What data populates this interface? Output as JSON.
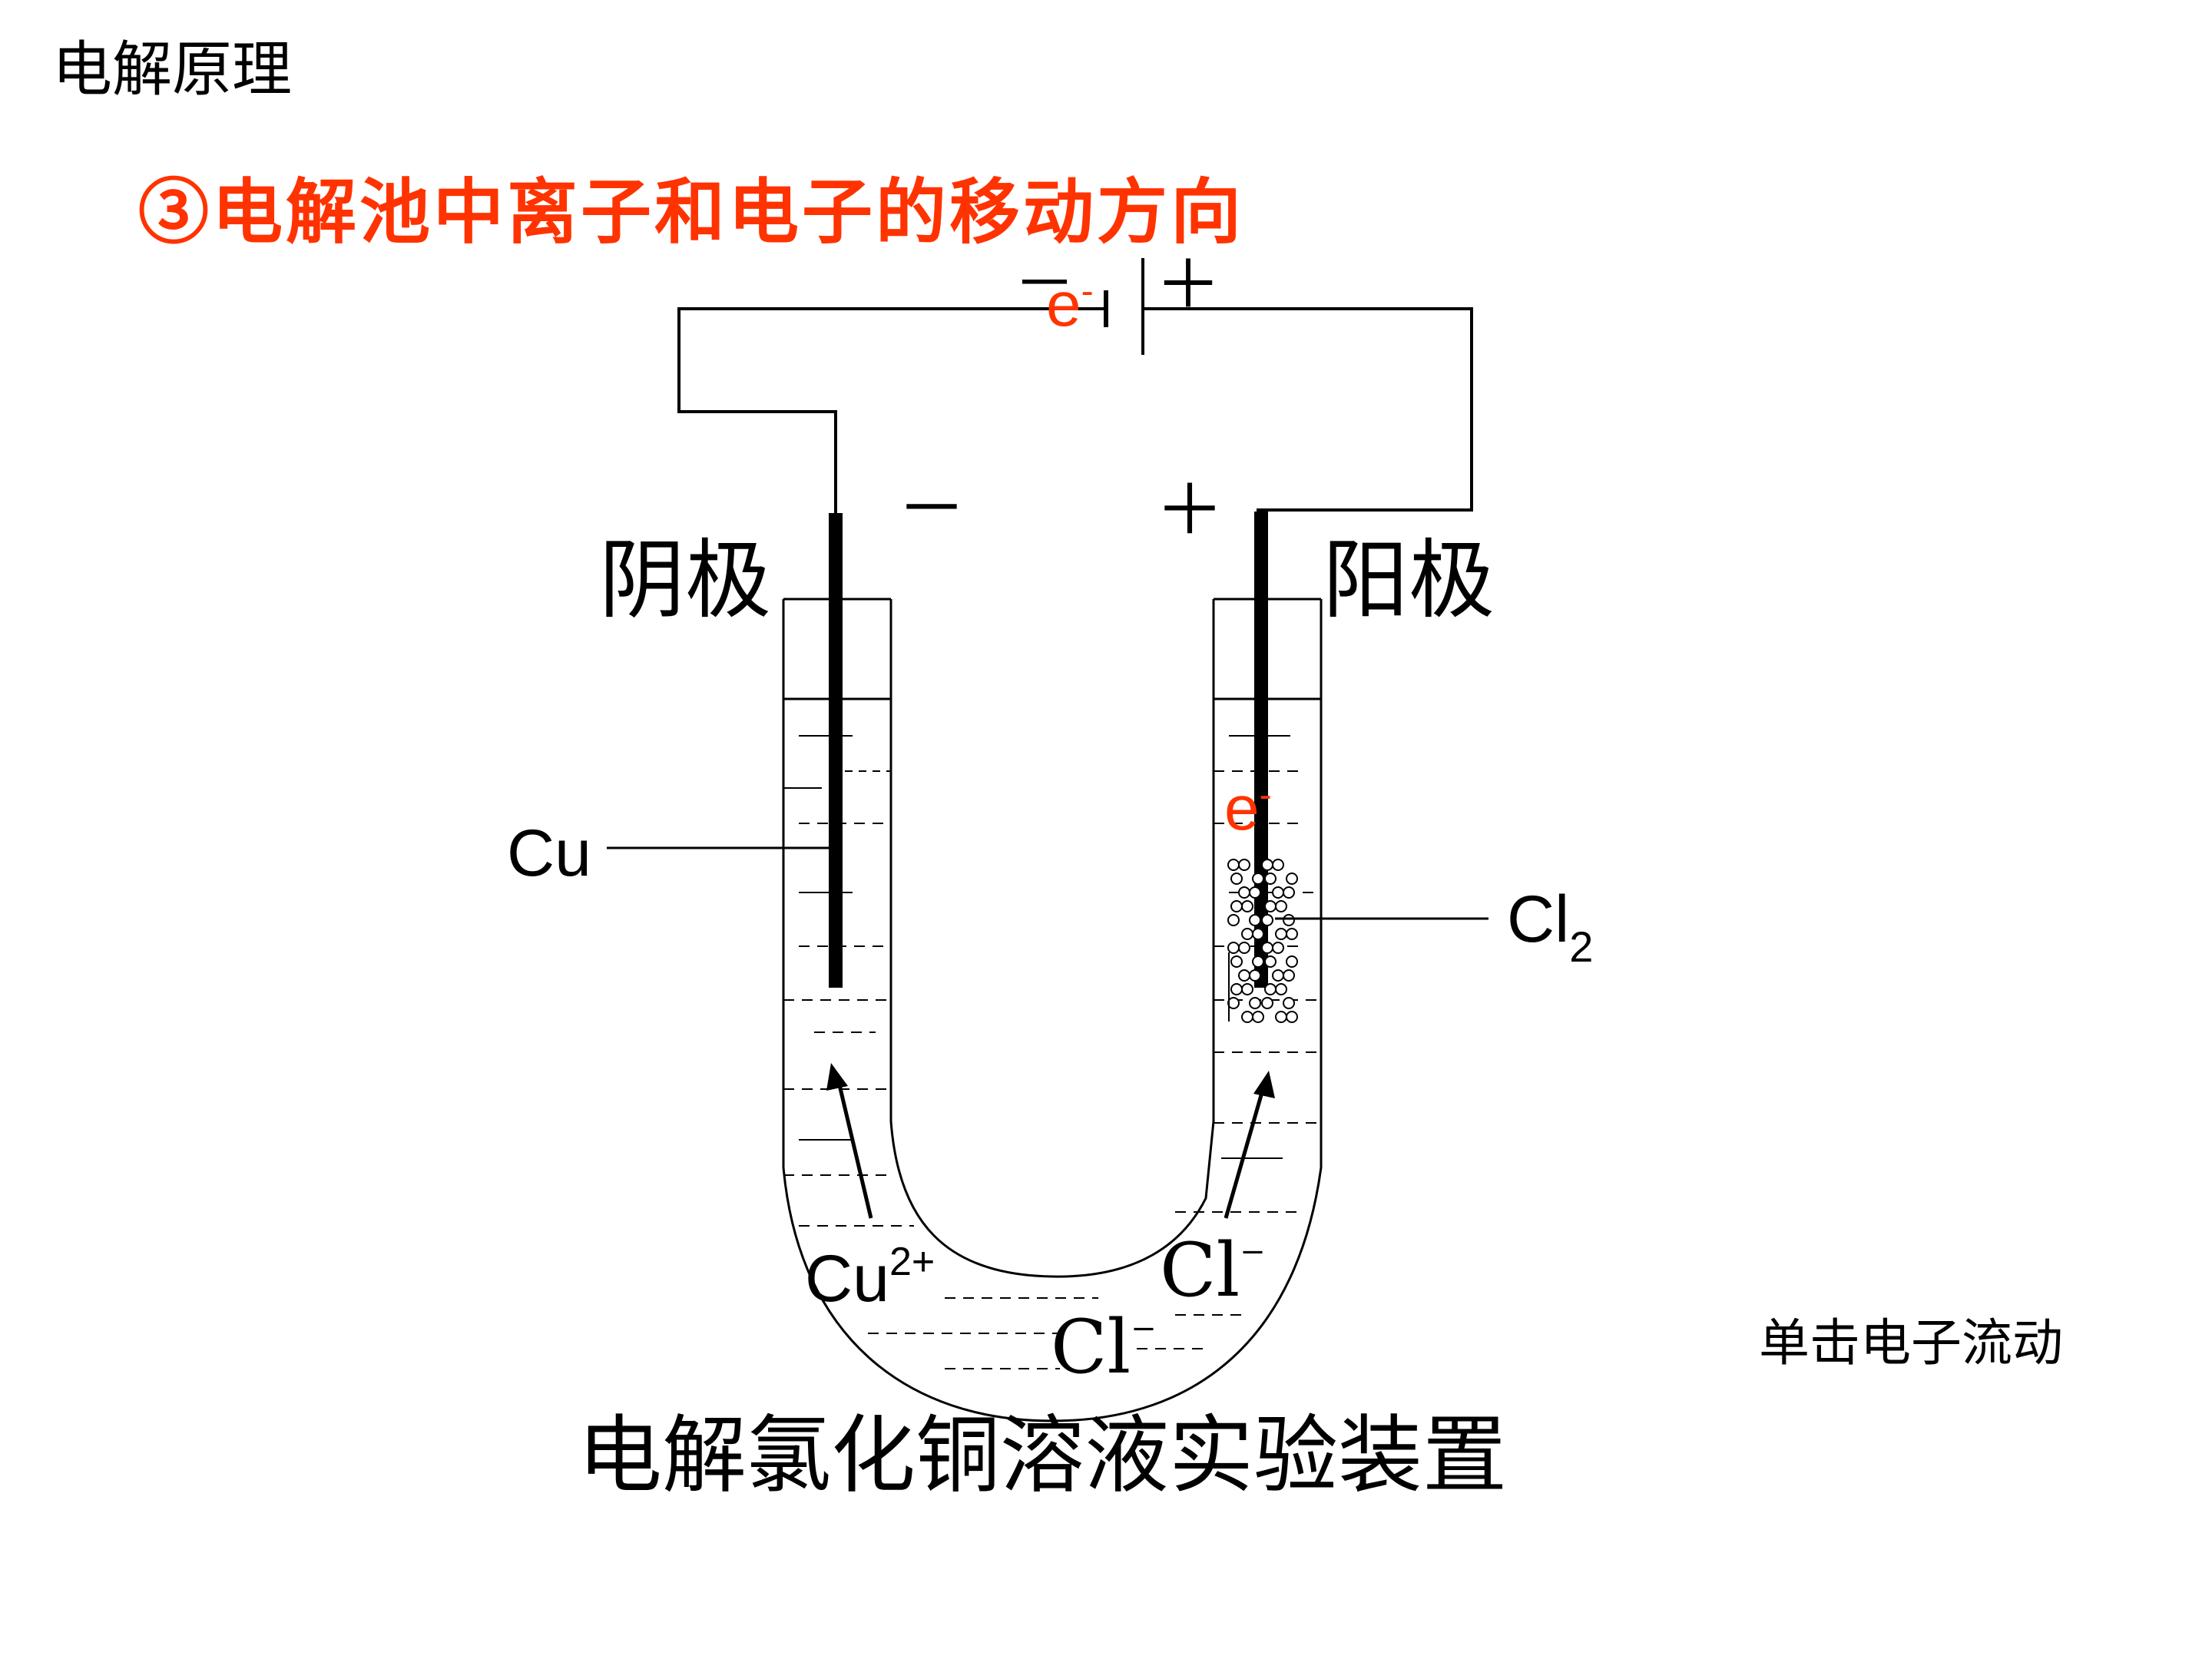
{
  "header": {
    "title": "电解原理"
  },
  "subtitle": {
    "marker": "③",
    "text": "电解池中离子和电子的移动方向"
  },
  "electrodes": {
    "cathode": {
      "label": "阴极",
      "sign": "－"
    },
    "anode": {
      "label": "阳极",
      "sign": "＋"
    }
  },
  "battery": {
    "neg_sign": "－",
    "pos_sign": "＋"
  },
  "species": {
    "cu": "Cu",
    "cl2_base": "Cl",
    "cl2_sub": "2",
    "cu_ion_base": "Cu",
    "cu_ion_sup": "2+",
    "cl_ion_base": "Cl",
    "cl_ion_sup": "−"
  },
  "electron": {
    "base": "e",
    "sup": "-"
  },
  "caption": "电解氯化铜溶液实验装置",
  "hint": "单击电子流动",
  "colors": {
    "accent": "#ff3300",
    "line": "#000000",
    "background": "#ffffff"
  }
}
